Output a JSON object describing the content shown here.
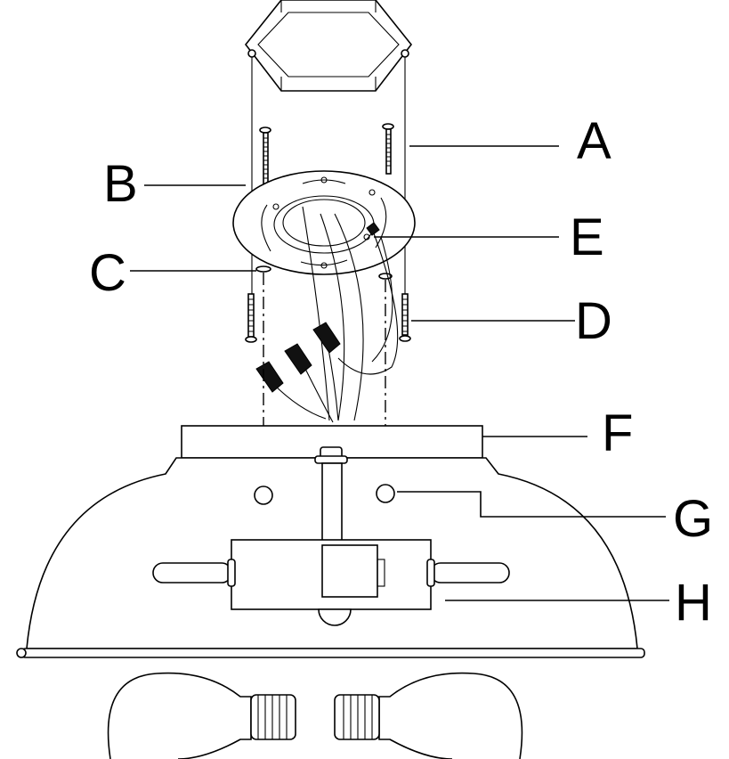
{
  "labels": {
    "A": "A",
    "B": "B",
    "C": "C",
    "D": "D",
    "E": "E",
    "F": "F",
    "G": "G",
    "H": "H"
  },
  "colors": {
    "line": "#000000",
    "background": "#ffffff"
  }
}
